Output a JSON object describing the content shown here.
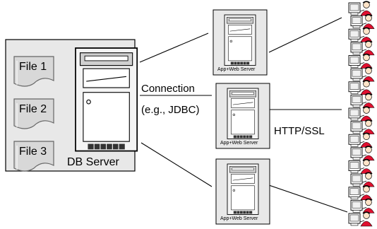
{
  "db_server": {
    "label": "DB Server",
    "files": [
      {
        "label": "File 1"
      },
      {
        "label": "File 2"
      },
      {
        "label": "File 3"
      }
    ]
  },
  "connection": {
    "line1": "Connection",
    "line2": "(e.g., JDBC)"
  },
  "app_servers": [
    {
      "label": "App+Web Server"
    },
    {
      "label": "App+Web Server"
    },
    {
      "label": "App+Web Server"
    }
  ],
  "protocol": {
    "label": "HTTP/SSL"
  },
  "clients": {
    "count": 17,
    "icon": "user-at-computer-icon"
  },
  "colors": {
    "box_fill": "#e8e8e8",
    "server_fill": "#f2f2f2",
    "client_accent": "#e0102f"
  }
}
